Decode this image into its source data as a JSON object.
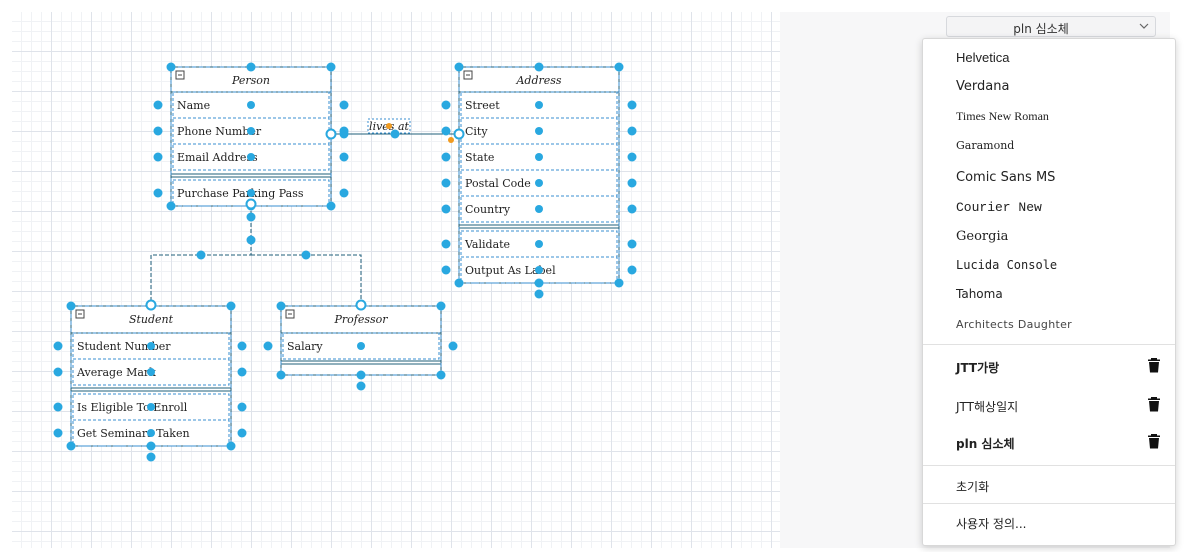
{
  "toolbar": {
    "font_select_value": "pln 심소체"
  },
  "font_menu": {
    "builtin_fonts": [
      "Helvetica",
      "Verdana",
      "Times New Roman",
      "Garamond",
      "Comic Sans MS",
      "Courier New",
      "Georgia",
      "Lucida Console",
      "Tahoma",
      "Architects Daughter"
    ],
    "custom_fonts": [
      "JTT가랑",
      "JTT해상일지",
      "pln 심소체"
    ],
    "reset_label": "초기화",
    "custom_label": "사용자 정의..."
  },
  "diagram": {
    "person": {
      "title": "Person",
      "attributes": [
        "Name",
        "Phone Number",
        "Email Address"
      ],
      "methods": [
        "Purchase Parking Pass"
      ]
    },
    "address": {
      "title": "Address",
      "attributes": [
        "Street",
        "City",
        "State",
        "Postal Code",
        "Country"
      ],
      "methods": [
        "Validate",
        "Output As Label"
      ]
    },
    "student": {
      "title": "Student",
      "attributes": [
        "Student Number",
        "Average Mark"
      ],
      "methods": [
        "Is Eligible To Enroll",
        "Get Seminars Taken"
      ]
    },
    "professor": {
      "title": "Professor",
      "attributes": [
        "Salary"
      ],
      "methods": []
    },
    "association_label": "lives at"
  },
  "colors": {
    "handle": "#29a8e0",
    "stroke": "#1f5f7a",
    "dash": "#3a8fd0",
    "accent_orange": "#f29b1f"
  }
}
